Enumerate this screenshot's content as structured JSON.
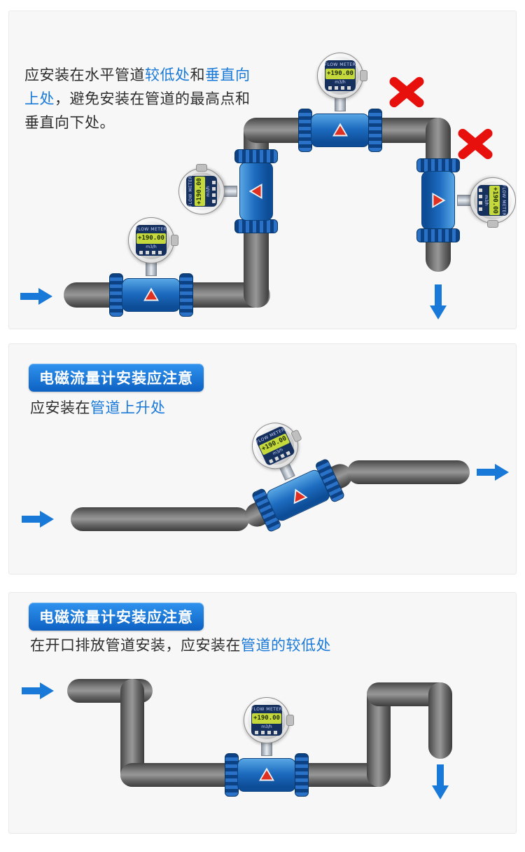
{
  "colors": {
    "accent": "#1879d8",
    "highlight": "#1879d8",
    "error": "#e8100c",
    "badge_top": "#2f93ee",
    "badge_bottom": "#0d61c3",
    "lcd": "#c6d93c",
    "meter_blue": "#1a6cc0",
    "pipe_gray": "#8a8a8a"
  },
  "icons": {
    "x_mark": "✕",
    "arrow_right": "→",
    "arrow_down": "↓",
    "warning_triangle": "▲"
  },
  "meter_display": {
    "brand": "FLOW METER",
    "value": "+190.00",
    "unit": "m3/h"
  },
  "panel1": {
    "instruction": {
      "seg1": "应安装在水平管道",
      "seg2": "较低处",
      "seg3": "和",
      "seg4": "垂直向上处",
      "seg5": "，避免安装在管道的最高点和垂直向下处。"
    }
  },
  "panel2": {
    "badge": "电磁流量计安装应注意",
    "instruction": {
      "seg1": "应安装在",
      "seg2": "管道上升处"
    }
  },
  "panel3": {
    "badge": "电磁流量计安装应注意",
    "instruction": {
      "seg1": "在开口排放管道安装，应安装在",
      "seg2": "管道的较低处"
    }
  }
}
